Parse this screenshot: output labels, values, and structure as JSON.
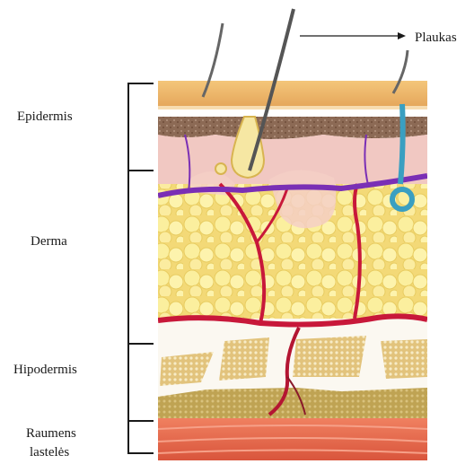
{
  "labels": {
    "hair": "Plaukas",
    "epidermis": "Epidermis",
    "dermis": "Derma",
    "hypodermis": "Hipodermis",
    "muscle_line1": "Raumens",
    "muscle_line2": "lastelės"
  },
  "colors": {
    "skin_surface": "#edb364",
    "epidermis_brown": "#8a6048",
    "dermis_pink": "#f0c4bf",
    "fat_yellow": "#f6e28a",
    "vein_purple": "#7a2fb5",
    "artery_red": "#c8183a",
    "gland_blue": "#3a9fc1",
    "muscle_orange": "#e8684c",
    "hypodermis_tan": "#d8b870"
  }
}
